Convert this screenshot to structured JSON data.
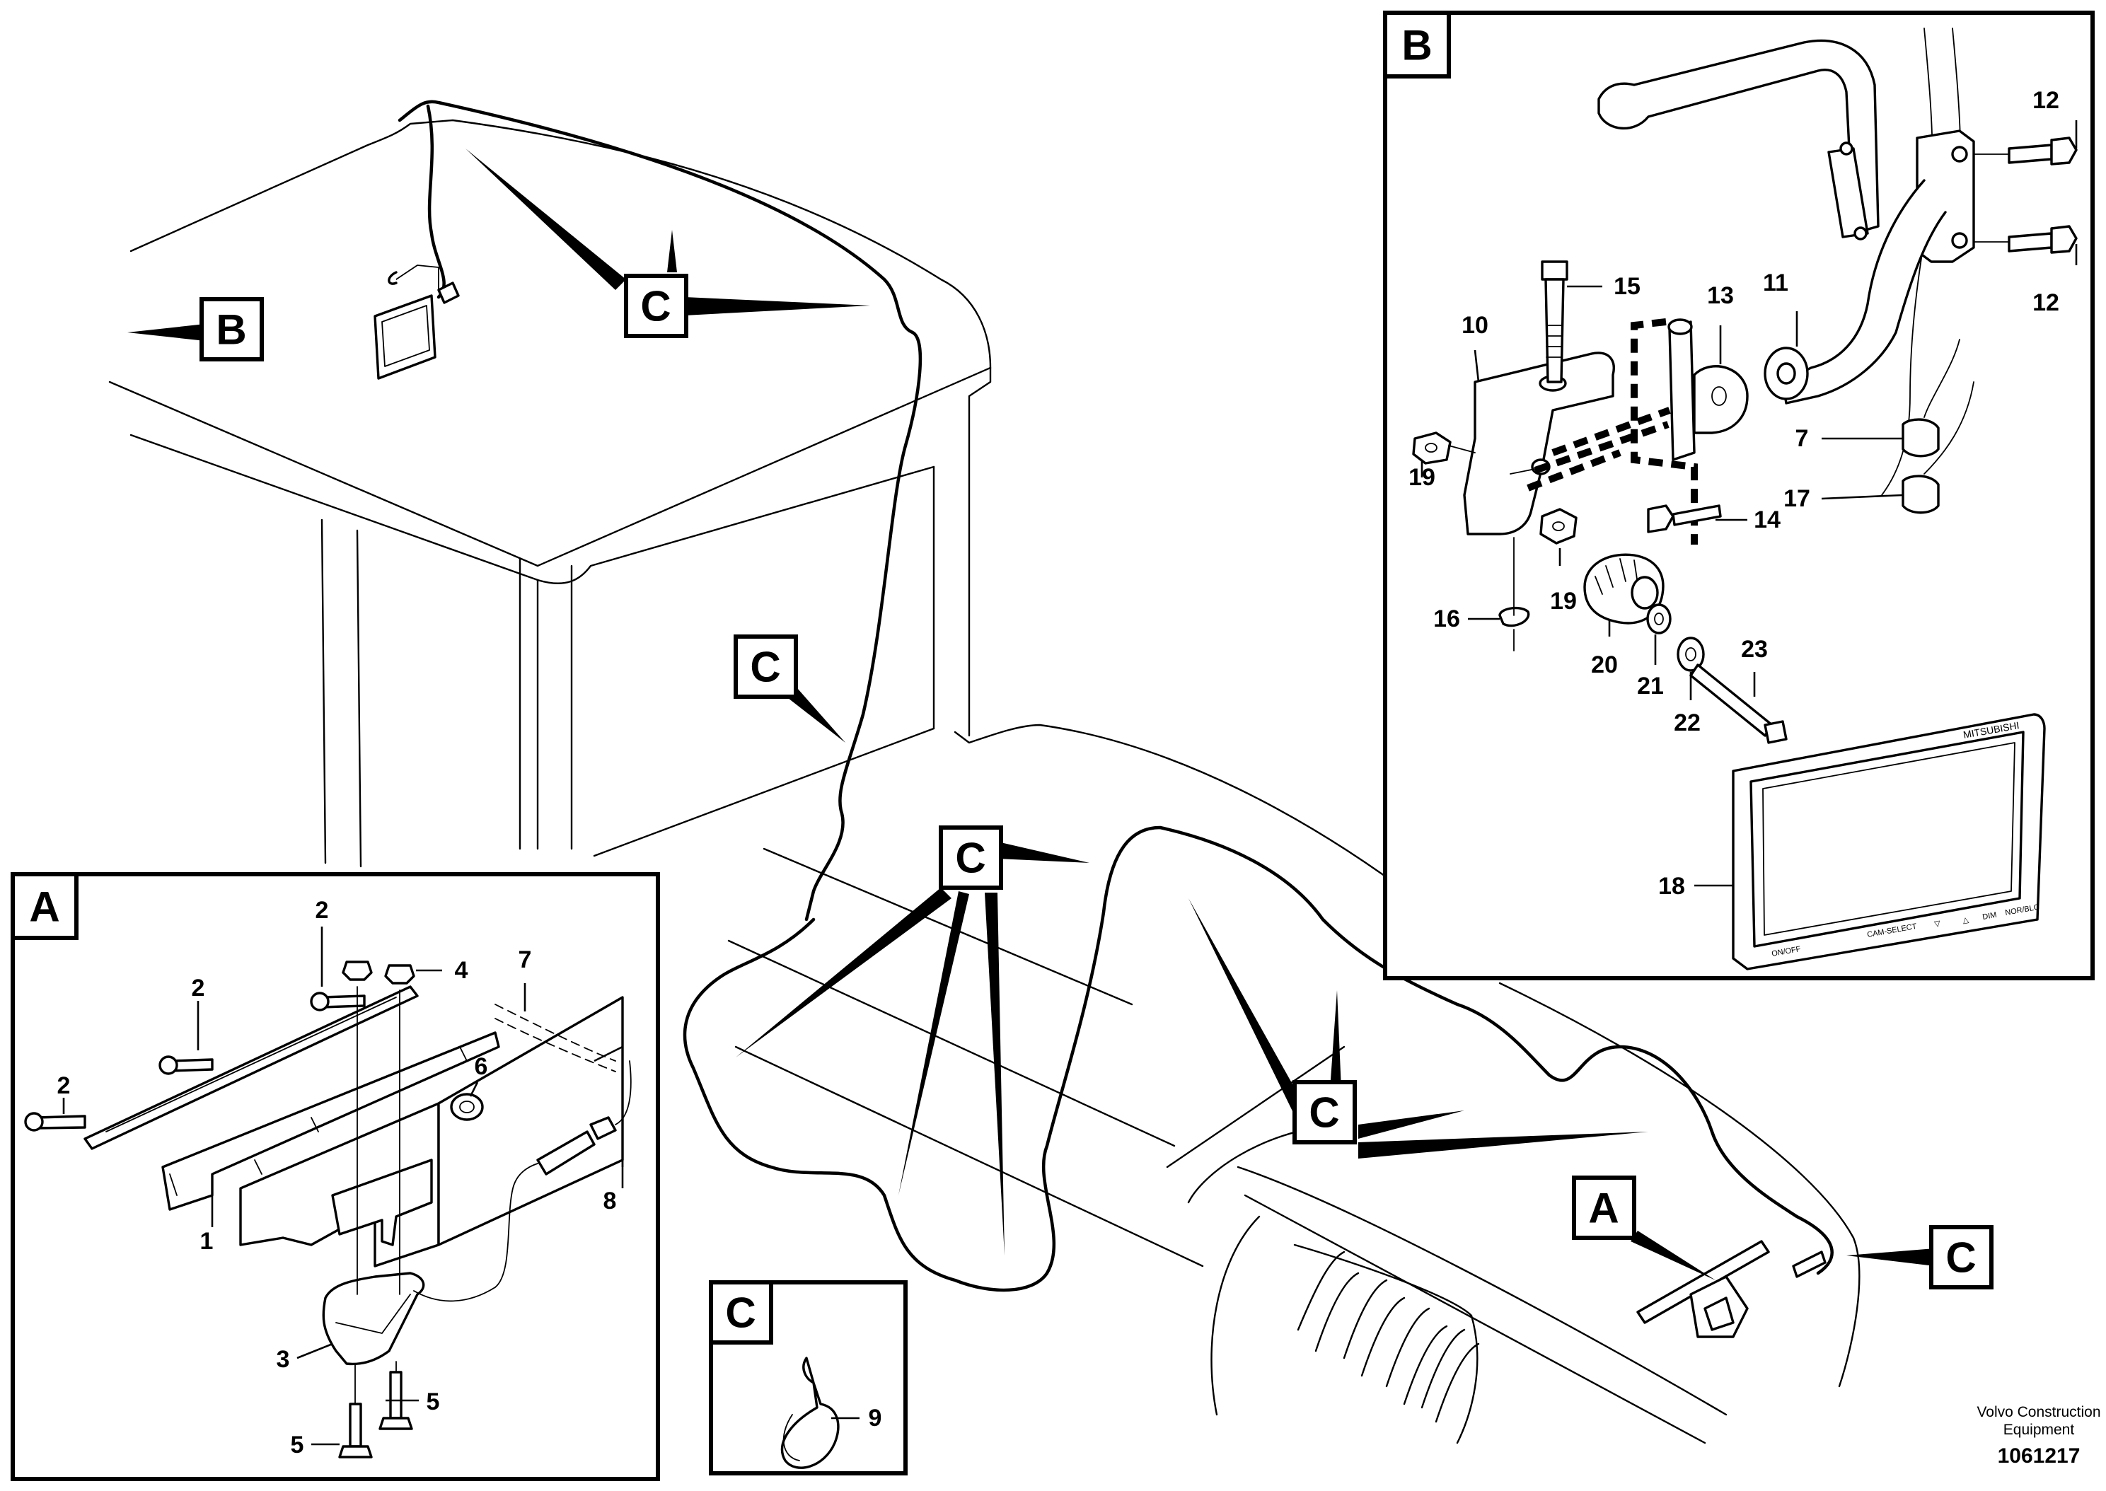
{
  "view_tags": {
    "a": "A",
    "b": "B",
    "c": "C"
  },
  "inset_titles": {
    "a": "A",
    "b": "B",
    "c": "C"
  },
  "callouts_a": {
    "n1": "1",
    "n2a": "2",
    "n2b": "2",
    "n2c": "2",
    "n3": "3",
    "n4": "4",
    "n5a": "5",
    "n5b": "5",
    "n6": "6",
    "n7": "7",
    "n8": "8"
  },
  "callouts_b": {
    "n7": "7",
    "n10": "10",
    "n11": "11",
    "n12a": "12",
    "n12b": "12",
    "n13": "13",
    "n14": "14",
    "n15": "15",
    "n16": "16",
    "n17": "17",
    "n18": "18",
    "n19a": "19",
    "n19b": "19",
    "n20": "20",
    "n21": "21",
    "n22": "22",
    "n23": "23"
  },
  "callouts_c": {
    "n9": "9"
  },
  "monitor": {
    "brand": "MITSUBISHI",
    "buttons": [
      "ON/OFF",
      "CAM-SELECT",
      "▽",
      "△",
      "DIM",
      "NOR/BLC"
    ]
  },
  "footer": {
    "line1": "Volvo Construction",
    "line2": "Equipment",
    "doc_number": "1061217"
  }
}
